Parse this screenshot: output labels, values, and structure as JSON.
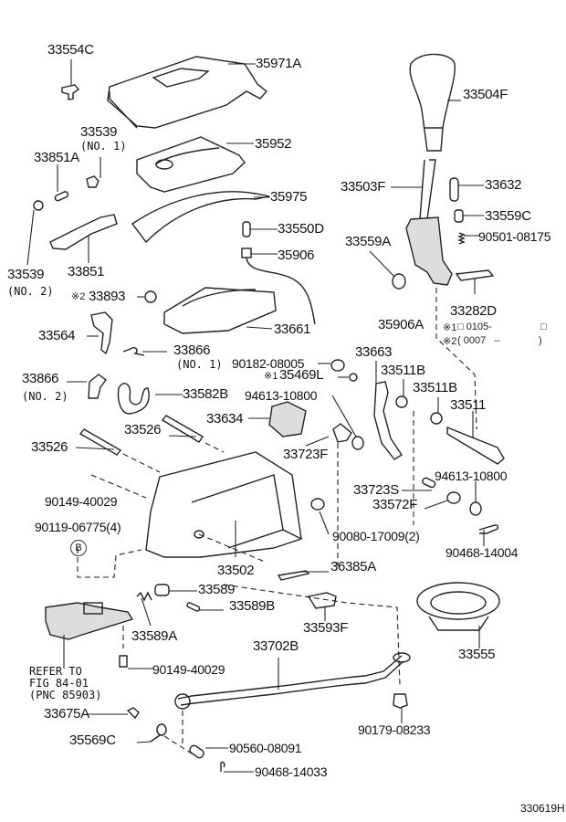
{
  "diagram": {
    "title_code": "330619H",
    "parts": [
      {
        "id": "p01",
        "number": "33554C"
      },
      {
        "id": "p02",
        "number": "35971A"
      },
      {
        "id": "p03",
        "number": "33504F"
      },
      {
        "id": "p04",
        "number": "33539",
        "note": "(NO. 1)"
      },
      {
        "id": "p05",
        "number": "33851A"
      },
      {
        "id": "p06",
        "number": "35952"
      },
      {
        "id": "p07",
        "number": "33503F"
      },
      {
        "id": "p08",
        "number": "33632"
      },
      {
        "id": "p09",
        "number": "35975"
      },
      {
        "id": "p10",
        "number": "33559C"
      },
      {
        "id": "p11",
        "number": "33550D"
      },
      {
        "id": "p12",
        "number": "90501-08175"
      },
      {
        "id": "p13",
        "number": "33559A"
      },
      {
        "id": "p14",
        "number": "35906"
      },
      {
        "id": "p15",
        "number": "33539",
        "note": "(NO. 2)"
      },
      {
        "id": "p16",
        "number": "33851"
      },
      {
        "id": "p17",
        "number": "33282D"
      },
      {
        "id": "p18",
        "number": "33893",
        "prefix": "※2"
      },
      {
        "id": "p19",
        "number": "33661"
      },
      {
        "id": "p20",
        "number": "35906A"
      },
      {
        "id": "p21",
        "number": "33564"
      },
      {
        "id": "p22",
        "number": "33866",
        "note": "(NO. 1)"
      },
      {
        "id": "p23",
        "number": "90182-08005"
      },
      {
        "id": "p24",
        "number": "33663"
      },
      {
        "id": "p25",
        "number": "35469L",
        "prefix": "※1"
      },
      {
        "id": "p26",
        "number": "33511B"
      },
      {
        "id": "p27",
        "number": "33866",
        "note": "(NO. 2)"
      },
      {
        "id": "p28",
        "number": "33582B"
      },
      {
        "id": "p29",
        "number": "94613-10800"
      },
      {
        "id": "p30",
        "number": "33511B"
      },
      {
        "id": "p31",
        "number": "33634"
      },
      {
        "id": "p32",
        "number": "33511"
      },
      {
        "id": "p33",
        "number": "33526"
      },
      {
        "id": "p34",
        "number": "33526"
      },
      {
        "id": "p35",
        "number": "33723F"
      },
      {
        "id": "p36",
        "number": "94613-10800"
      },
      {
        "id": "p37",
        "number": "90149-40029"
      },
      {
        "id": "p38",
        "number": "33723S"
      },
      {
        "id": "p39",
        "number": "33572F"
      },
      {
        "id": "p40",
        "number": "90119-06775(4)"
      },
      {
        "id": "p41",
        "number": "90080-17009(2)"
      },
      {
        "id": "p42",
        "number": "90468-14004"
      },
      {
        "id": "p43",
        "number": "33502"
      },
      {
        "id": "p44",
        "number": "36385A"
      },
      {
        "id": "p45",
        "number": "33589"
      },
      {
        "id": "p46",
        "number": "33589B"
      },
      {
        "id": "p47",
        "number": "33555"
      },
      {
        "id": "p48",
        "number": "33589A"
      },
      {
        "id": "p49",
        "number": "33593F"
      },
      {
        "id": "p50",
        "number": "33702B"
      },
      {
        "id": "p51",
        "number": "90149-40029"
      },
      {
        "id": "p52",
        "number": "33675A"
      },
      {
        "id": "p53",
        "number": "90179-08233"
      },
      {
        "id": "p54",
        "number": "35569C"
      },
      {
        "id": "p55",
        "number": "90560-08091"
      },
      {
        "id": "p56",
        "number": "90468-14033"
      }
    ],
    "callout_b": "B",
    "refer_note": "REFER TO\nFIG 84-01\n(PNC 85903)",
    "notes": [
      {
        "mark": "※1",
        "text": "□ 0105-",
        "tail": "□"
      },
      {
        "mark": "※2",
        "text": "( 0007   –",
        "tail": ")"
      }
    ]
  }
}
